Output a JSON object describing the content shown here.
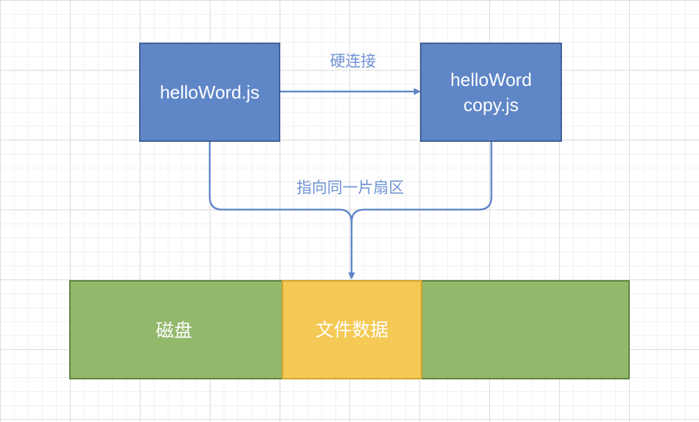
{
  "diagram": {
    "file_a": "helloWord.js",
    "file_b": "helloWord\ncopy.js",
    "hardlink_label": "硬连接",
    "same_sector_label": "指向同一片扇区",
    "disk_label": "磁盘",
    "file_data_label": "文件数据"
  },
  "colors": {
    "file_fill": "#5f86c7",
    "disk_fill": "#92b86b",
    "file_data_fill": "#f5c955",
    "connector": "#5f86c7"
  }
}
